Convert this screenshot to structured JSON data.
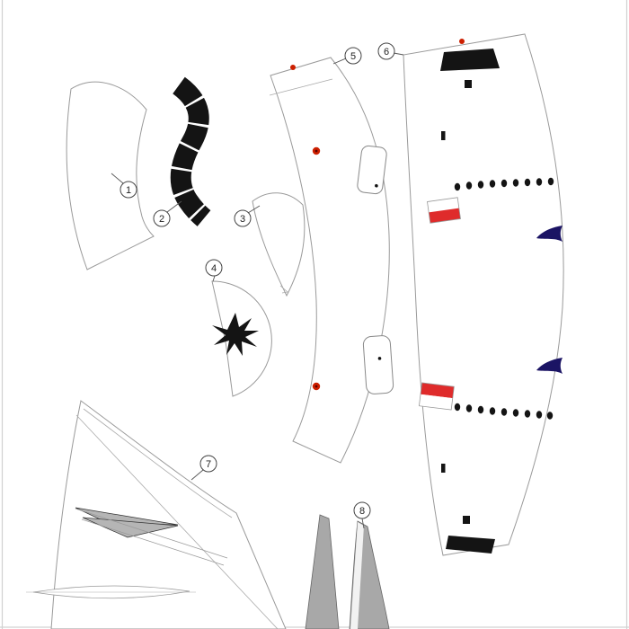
{
  "sheet": {
    "background": "#ffffff"
  },
  "parts": [
    {
      "label": "1"
    },
    {
      "label": "2"
    },
    {
      "label": "3"
    },
    {
      "label": "4"
    },
    {
      "label": "5"
    },
    {
      "label": "6"
    },
    {
      "label": "7"
    },
    {
      "label": "8"
    }
  ],
  "colors": {
    "outline": "#9a9a9a",
    "ink_black": "#141414",
    "marker_red": "#cc1f00",
    "marker_red_dark": "#5a0000",
    "flag_red": "#df2b2b",
    "flag_white": "#ffffff",
    "navy_blue": "#1b1464",
    "part_gray": "#a8a8a8",
    "part_gray_light": "#f2f2f2"
  }
}
